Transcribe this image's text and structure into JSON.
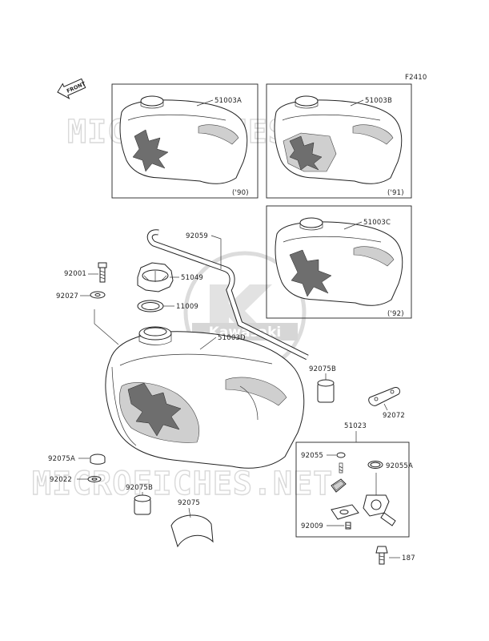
{
  "figure_id": "F2410",
  "front_badge": "FRONT",
  "watermark": {
    "site_text": "MICROFICHES.NET",
    "brand_text": "Kawasaki"
  },
  "variants": {
    "v1": {
      "part": "51003A",
      "year": "('90)"
    },
    "v2": {
      "part": "51003B",
      "year": "('91)"
    },
    "v3": {
      "part": "51003C",
      "year": "('92)"
    }
  },
  "parts": {
    "p92059": "92059",
    "p51049": "51049",
    "p11009": "11009",
    "p92001": "92001",
    "p92027": "92027",
    "p51003D": "51003D",
    "p92075B_a": "92075B",
    "p92072": "92072",
    "p51023": "51023",
    "p92055": "92055",
    "p92055A": "92055A",
    "p92075A": "92075A",
    "p92022": "92022",
    "p92075B_b": "92075B",
    "p92075": "92075",
    "p92009": "92009",
    "p187": "187"
  },
  "colors": {
    "line": "#222222",
    "watermark": "#d9d9d9",
    "shade": "#cfcfcf"
  }
}
